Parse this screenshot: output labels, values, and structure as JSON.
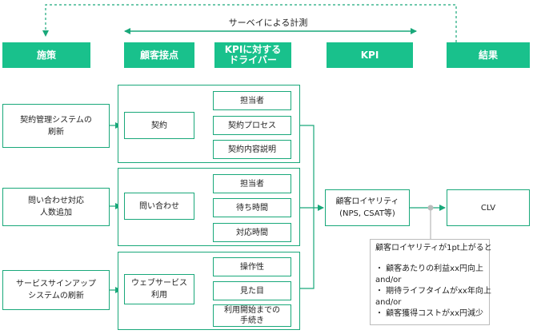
{
  "measurement_label": "サーベイによる計測",
  "headers": {
    "measures": "施策",
    "touchpoint": "顧客接点",
    "drivers": "KPIに対する\nドライバー",
    "kpi": "KPI",
    "result": "結果"
  },
  "measures": [
    "契約管理システムの\n刷新",
    "問い合わせ対応\n人数追加",
    "サービスサインアップ\nシステムの刷新"
  ],
  "touchpoints": [
    "契約",
    "問い合わせ",
    "ウェブサービス\n利用"
  ],
  "drivers": [
    [
      "担当者",
      "契約プロセス",
      "契約内容説明"
    ],
    [
      "担当者",
      "待ち時間",
      "対応時間"
    ],
    [
      "操作性",
      "見た目",
      "利用開始までの\n手続き"
    ]
  ],
  "kpi_box": "顧客ロイヤリティ\n(NPS, CSAT等)",
  "result_box": "CLV",
  "note": [
    "顧客ロイヤリティが1pt上がると",
    "",
    "・ 顧客あたりの利益xx円向上",
    "and/or",
    "・ 期待ライフタイムがxx年向上",
    "and/or",
    "・ 顧客獲得コストがxx円減少"
  ],
  "colors": {
    "accent": "#19c18c",
    "border": "#19a87a"
  }
}
